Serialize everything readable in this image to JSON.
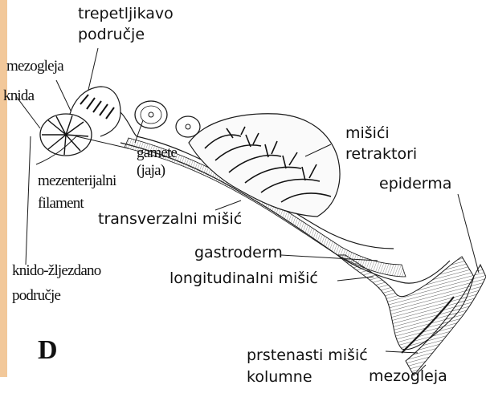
{
  "panel_letter": "D",
  "labels": {
    "trepetljikavo": "trepetljikavo\npodručje",
    "mezogleja_top": "mezogleja",
    "knida": "knida",
    "gamete": "gamete\n(jaja)",
    "misici_retraktori": "mišići\nretraktori",
    "epiderma": "epiderma",
    "mezenterijalni": "mezenterijalni\nfilament",
    "transverzalni": "transverzalni mišić",
    "gastroderm": "gastroderm",
    "longitudinalni": "longitudinalni mišić",
    "knido": "knido-žljezdano\npodručje",
    "prstenasti": "prstenasti mišić\nkolumne",
    "mezogleja_bottom": "mezogleja"
  },
  "colors": {
    "ink": "#1a1a1a",
    "left_band": "#f2c89a"
  }
}
